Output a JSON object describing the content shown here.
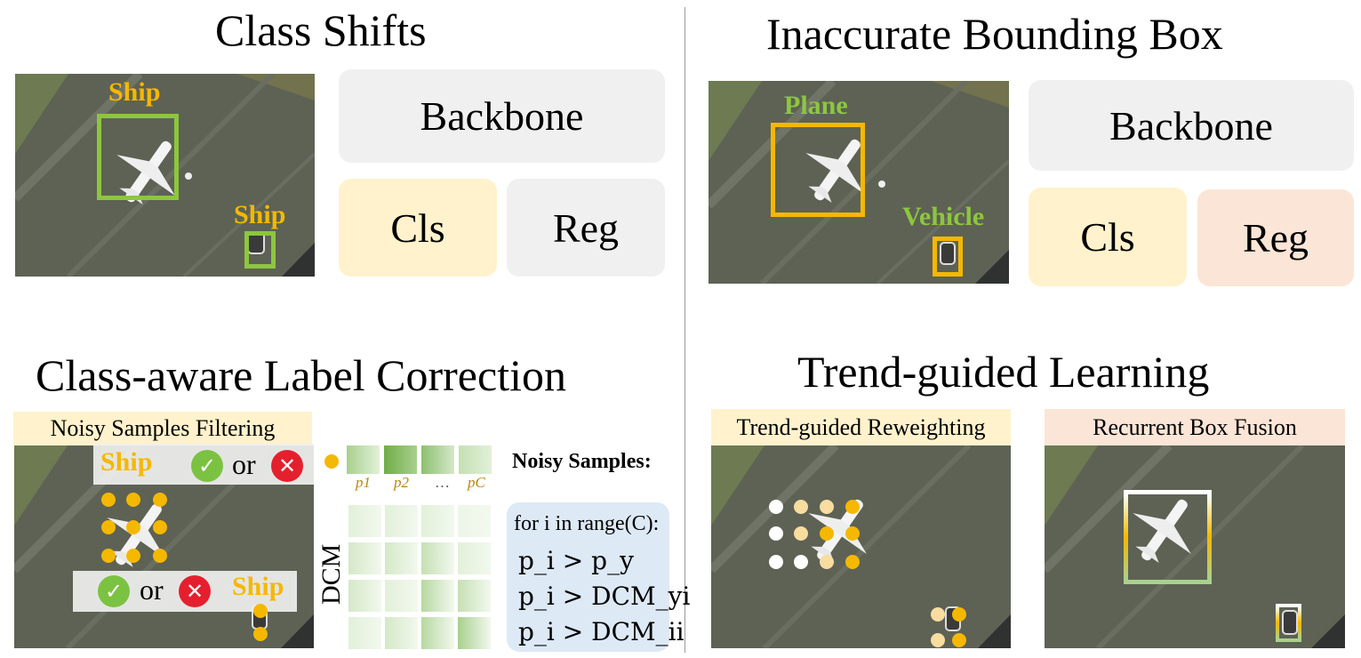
{
  "panels": {
    "class_shifts": {
      "title": "Class Shifts",
      "box_labels": [
        "Ship",
        "Ship"
      ],
      "backbone": "Backbone",
      "cls": "Cls",
      "reg": "Reg"
    },
    "inaccurate_box": {
      "title": "Inaccurate Bounding Box",
      "box_labels": [
        "Plane",
        "Vehicle"
      ],
      "backbone": "Backbone",
      "cls": "Cls",
      "reg": "Reg"
    },
    "label_correction": {
      "title": "Class-aware Label Correction",
      "filtering_label": "Noisy Samples Filtering",
      "ship_label_top": "Ship",
      "ship_label_bottom": "Ship",
      "or_text": "or",
      "check_icon": "✓",
      "cross_icon": "✕",
      "prob_labels": [
        "p1",
        "p2",
        "…",
        "pC"
      ],
      "dcm_label": "DCM",
      "noisy_heading": "Noisy Samples:",
      "code_loop": "for i in range(C):",
      "conditions": [
        "p_i > p_y",
        "p_i > DCM_yi",
        "p_i > DCM_ii"
      ]
    },
    "trend_guided": {
      "title": "Trend-guided Learning",
      "reweighting_label": "Trend-guided Reweighting",
      "fusion_label": "Recurrent Box Fusion"
    }
  },
  "colors": {
    "yellow": "#f5b800",
    "green": "#8dc63f",
    "gray_box": "#f0f0f0",
    "cls_box": "#fff2cc",
    "reg_box_highlight": "#fbe5d6",
    "code_bg": "#dde9f5"
  }
}
